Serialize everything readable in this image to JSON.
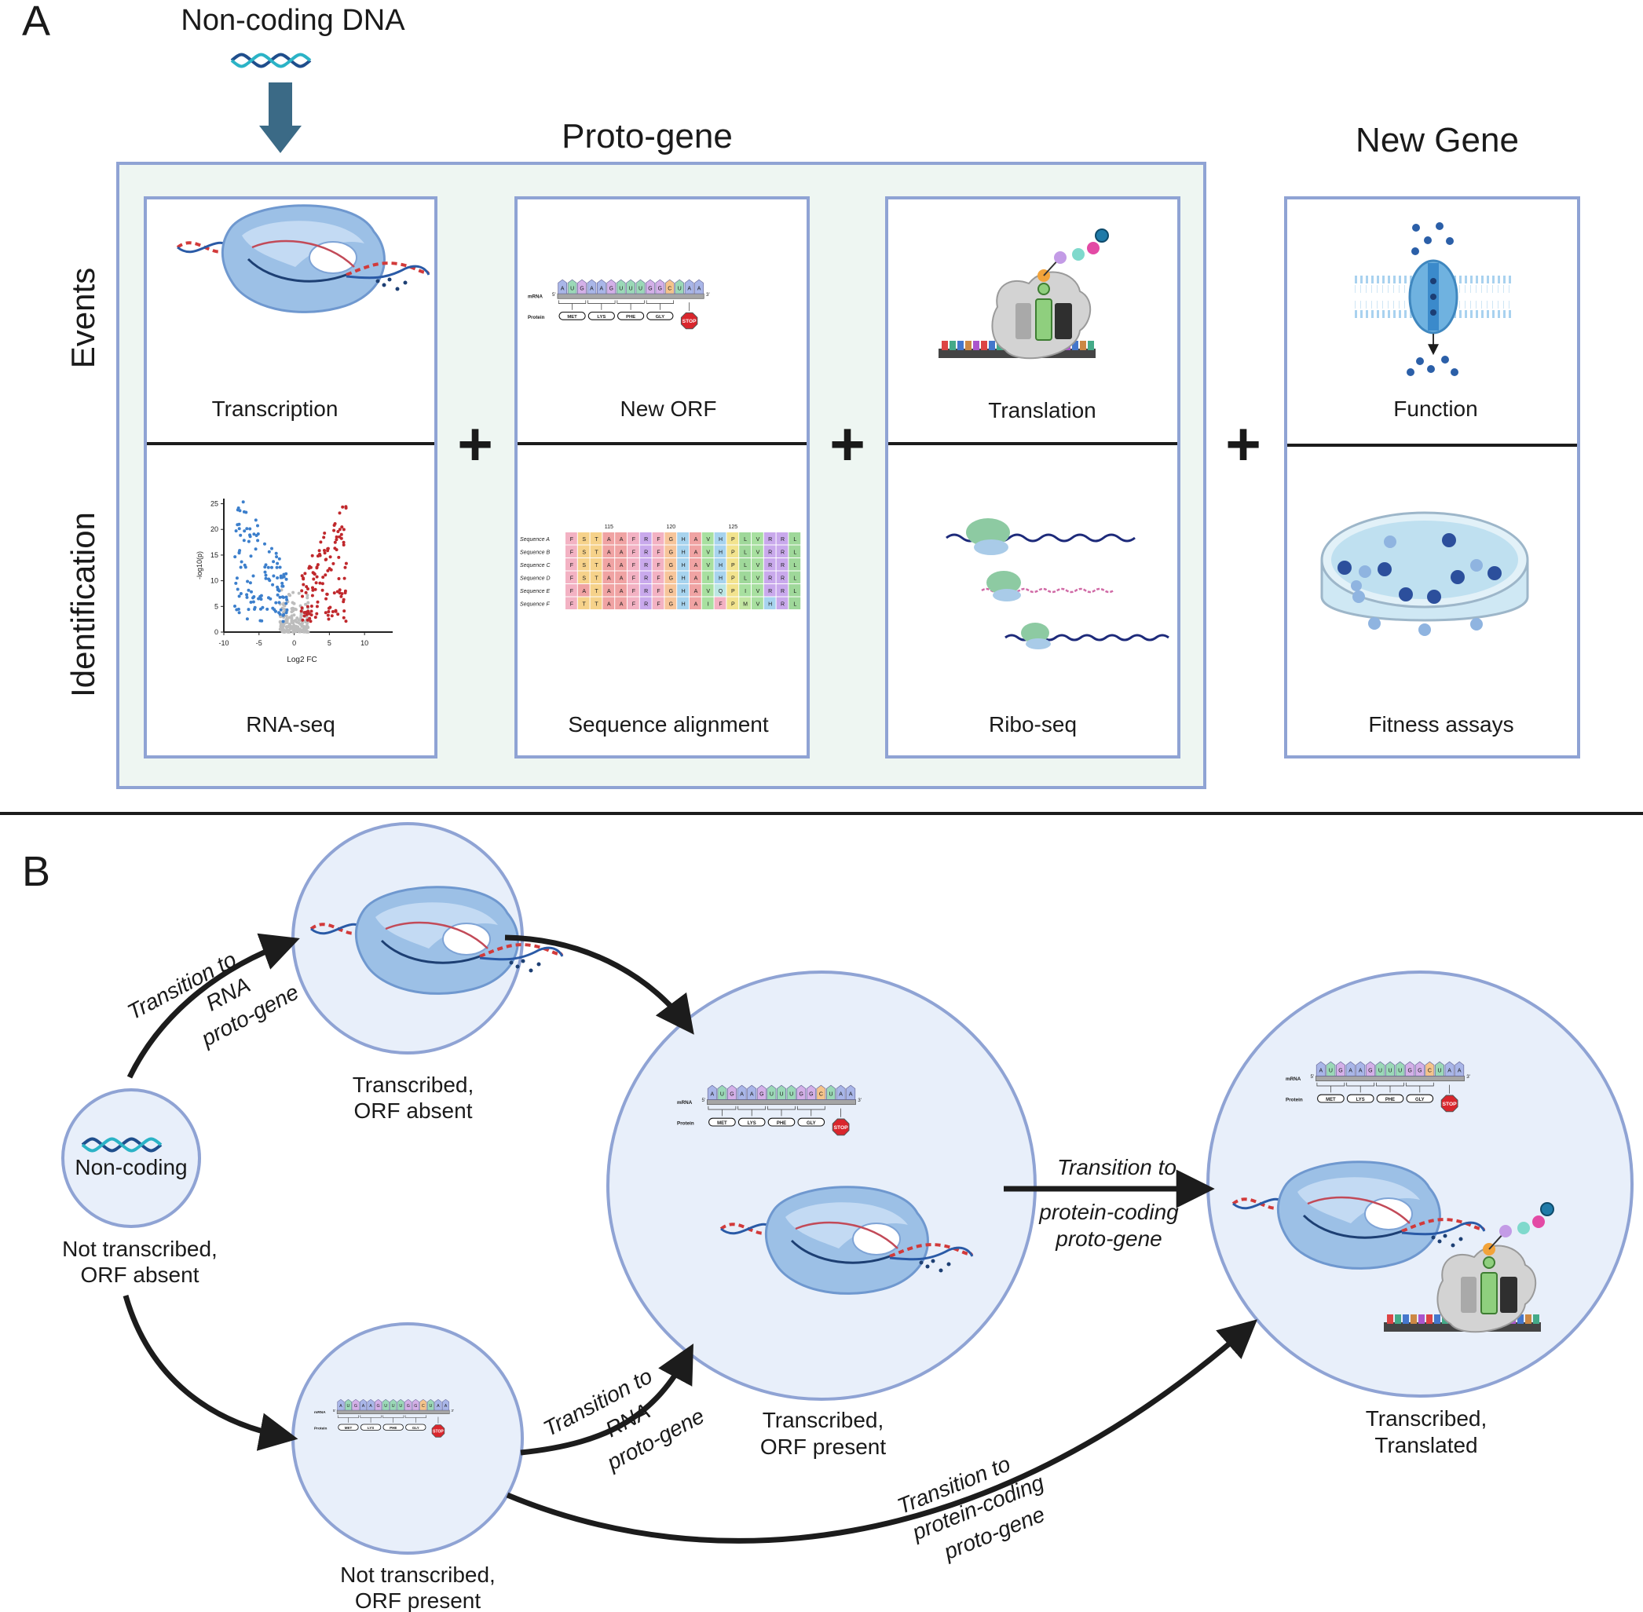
{
  "panel_a": {
    "letter": "A",
    "input_label": "Non-coding DNA",
    "proto_gene_title": "Proto-gene",
    "new_gene_title": "New Gene",
    "row_labels": {
      "events": "Events",
      "identification": "Identification"
    },
    "boxes": [
      {
        "event": "Transcription",
        "method": "RNA-seq"
      },
      {
        "event": "New ORF",
        "method": "Sequence alignment"
      },
      {
        "event": "Translation",
        "method": "Ribo-seq"
      },
      {
        "event": "Function",
        "method": "Fitness assays"
      }
    ],
    "plus": "+",
    "orf": {
      "mrna_label": "mRNA",
      "protein_label": "Protein",
      "five_prime": "5'",
      "three_prime": "3'",
      "bases": [
        "A",
        "U",
        "G",
        "A",
        "A",
        "G",
        "U",
        "U",
        "U",
        "G",
        "G",
        "C",
        "U",
        "A",
        "A"
      ],
      "amino_acids": [
        "MET",
        "LYS",
        "PHE",
        "GLY"
      ],
      "stop": "STOP"
    },
    "volcano": {
      "xlabel": "Log2 FC",
      "ylabel": "-log10(p)",
      "xticks": [
        "-10",
        "-5",
        "0",
        "5",
        "10"
      ],
      "yticks": [
        "0",
        "5",
        "10",
        "15",
        "20",
        "25"
      ]
    },
    "alignment": {
      "positions": [
        "115",
        "120",
        "125"
      ],
      "names": [
        "Sequence A",
        "Sequence B",
        "Sequence C",
        "Sequence D",
        "Sequence E",
        "Sequence F"
      ],
      "rows": [
        "FSTAAFRFGHAVHPLVRRL",
        "FSTAAFRFGHAVHPLVRRL",
        "FSTAAFRFGHAVHPLVRRL",
        "FSTAAFRFGHAIHPLVRRL",
        "FATAAFRFGHAVQPIVRRL",
        "FTTAAFRFGHAIFPMVHRL"
      ]
    }
  },
  "panel_b": {
    "letter": "B",
    "noncoding": {
      "inner": "Non-coding",
      "caption": [
        "Not transcribed,",
        "ORF absent"
      ]
    },
    "transcribed": {
      "caption": [
        "Transcribed,",
        "ORF absent"
      ]
    },
    "orf_only": {
      "caption": [
        "Not transcribed,",
        "ORF present"
      ]
    },
    "both": {
      "caption": [
        "Transcribed,",
        "ORF present"
      ]
    },
    "translated": {
      "caption": [
        "Transcribed,",
        "Translated"
      ]
    },
    "transitions": {
      "rna_top": [
        "Transition to",
        "RNA",
        "proto-gene"
      ],
      "rna_bottom": [
        "Transition to",
        "RNA",
        "proto-gene"
      ],
      "protein_mid": [
        "Transition to",
        "protein-coding",
        "proto-gene"
      ],
      "protein_bottom": [
        "Transition to",
        "protein-coding",
        "proto-gene"
      ]
    }
  },
  "colors": {
    "box_border": "#8fa3d4",
    "proto_bg": "#eef6f2",
    "circle_fill": "#e8effa",
    "arrow_blue": "#3b6a86",
    "pol_blue": "#9cc0e6",
    "up_red": "#c0282c",
    "down_blue": "#3c7fcc",
    "ribo_green": "#8dcaa2"
  }
}
